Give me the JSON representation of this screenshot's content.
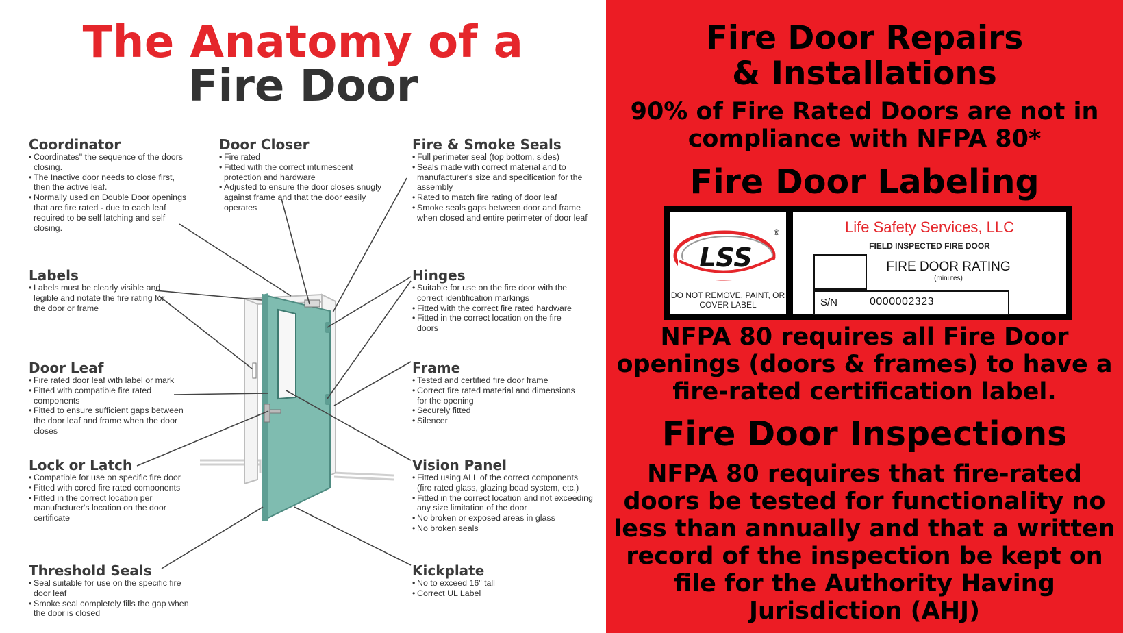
{
  "left": {
    "title_line1": "The Anatomy of a",
    "title_line2": "Fire Door",
    "sections": {
      "coordinator": {
        "title": "Coordinator",
        "items": [
          "Coordinates\" the sequence of the doors closing.",
          "The Inactive door needs to close first, then the active leaf.",
          "Normally used on Double Door openings that are fire rated - due to each leaf required to be self latching and self closing."
        ]
      },
      "labels": {
        "title": "Labels",
        "items": [
          "Labels must be clearly visible and legible and notate the fire rating for the door or frame"
        ]
      },
      "door_leaf": {
        "title": "Door Leaf",
        "items": [
          "Fire rated door leaf with label or mark",
          "Fitted with compatible fire rated components",
          "Fitted to ensure sufficient gaps between the door leaf and frame when the door closes"
        ]
      },
      "lock_latch": {
        "title": "Lock or Latch",
        "items": [
          "Compatible for use on specific fire door",
          "Fitted with cored fire rated components",
          "Fitted in the correct location per manufacturer's location on the door certificate"
        ]
      },
      "threshold": {
        "title": "Threshold Seals",
        "items": [
          "Seal suitable for use on the specific fire door leaf",
          "Smoke seal completely fills the gap when the door is closed"
        ]
      },
      "closer": {
        "title": "Door Closer",
        "items": [
          "Fire rated",
          "Fitted with the correct intumescent protection and hardware",
          "Adjusted to ensure the door closes snugly against frame and that the door easily operates"
        ]
      },
      "seals": {
        "title": "Fire & Smoke Seals",
        "items": [
          "Full perimeter seal (top bottom, sides)",
          "Seals made with correct material and to manufacturer's size and specification for the assembly",
          "Rated to match fire rating of door leaf",
          "Smoke seals gaps between door and frame when closed and entire perimeter of door leaf"
        ]
      },
      "hinges": {
        "title": "Hinges",
        "items": [
          "Suitable for use on the fire door with the correct identification markings",
          "Fitted with the correct fire rated hardware",
          "Fitted in the correct location on the fire doors"
        ]
      },
      "frame": {
        "title": "Frame",
        "items": [
          "Tested and certified fire door frame",
          "Correct fire rated material and dimensions for the opening",
          "Securely fitted",
          "Silencer"
        ]
      },
      "vision": {
        "title": "Vision Panel",
        "items": [
          "Fitted using ALL of the correct components (fire rated glass, glazing bead system, etc.)",
          "Fitted in the correct location and not exceeding any size limitation of the door",
          "No broken or exposed areas in glass",
          "No broken seals"
        ]
      },
      "kickplate": {
        "title": "Kickplate",
        "items": [
          "No to exceed 16\" tall",
          "Correct UL Label"
        ]
      }
    }
  },
  "right": {
    "repairs_line1": "Fire Door Repairs",
    "repairs_line2": "& Installations",
    "compliance_line1": "90% of Fire Rated Doors are not in",
    "compliance_line2": "compliance with NFPA 80*",
    "labeling_heading": "Fire Door Labeling",
    "label": {
      "logo_text": "LSS",
      "registered": "®",
      "warning": "DO NOT REMOVE, PAINT, OR COVER LABEL",
      "company": "Life Safety Services, LLC",
      "inspected": "FIELD INSPECTED FIRE DOOR",
      "rating_title": "FIRE DOOR RATING",
      "rating_sub": "(minutes)",
      "sn_label": "S/N",
      "sn_value": "0000002323"
    },
    "nfpa_line1": "NFPA 80 requires all Fire Door",
    "nfpa_line2": "openings (doors & frames) to have a",
    "nfpa_line3": "fire-rated certification label.",
    "inspections_heading": "Fire Door Inspections",
    "insp_line1": "NFPA 80 requires that fire-rated",
    "insp_line2": "doors be tested for functionality no",
    "insp_line3": "less than annually and that a written",
    "insp_line4": "record of the inspection be kept on",
    "insp_line5": "file for the Authority Having",
    "insp_line6": "Jurisdiction (AHJ)"
  },
  "colors": {
    "brand_red": "#ec1c24",
    "title_red": "#e5262b",
    "door_teal": "#7fbcb0",
    "dark_text": "#333333"
  }
}
